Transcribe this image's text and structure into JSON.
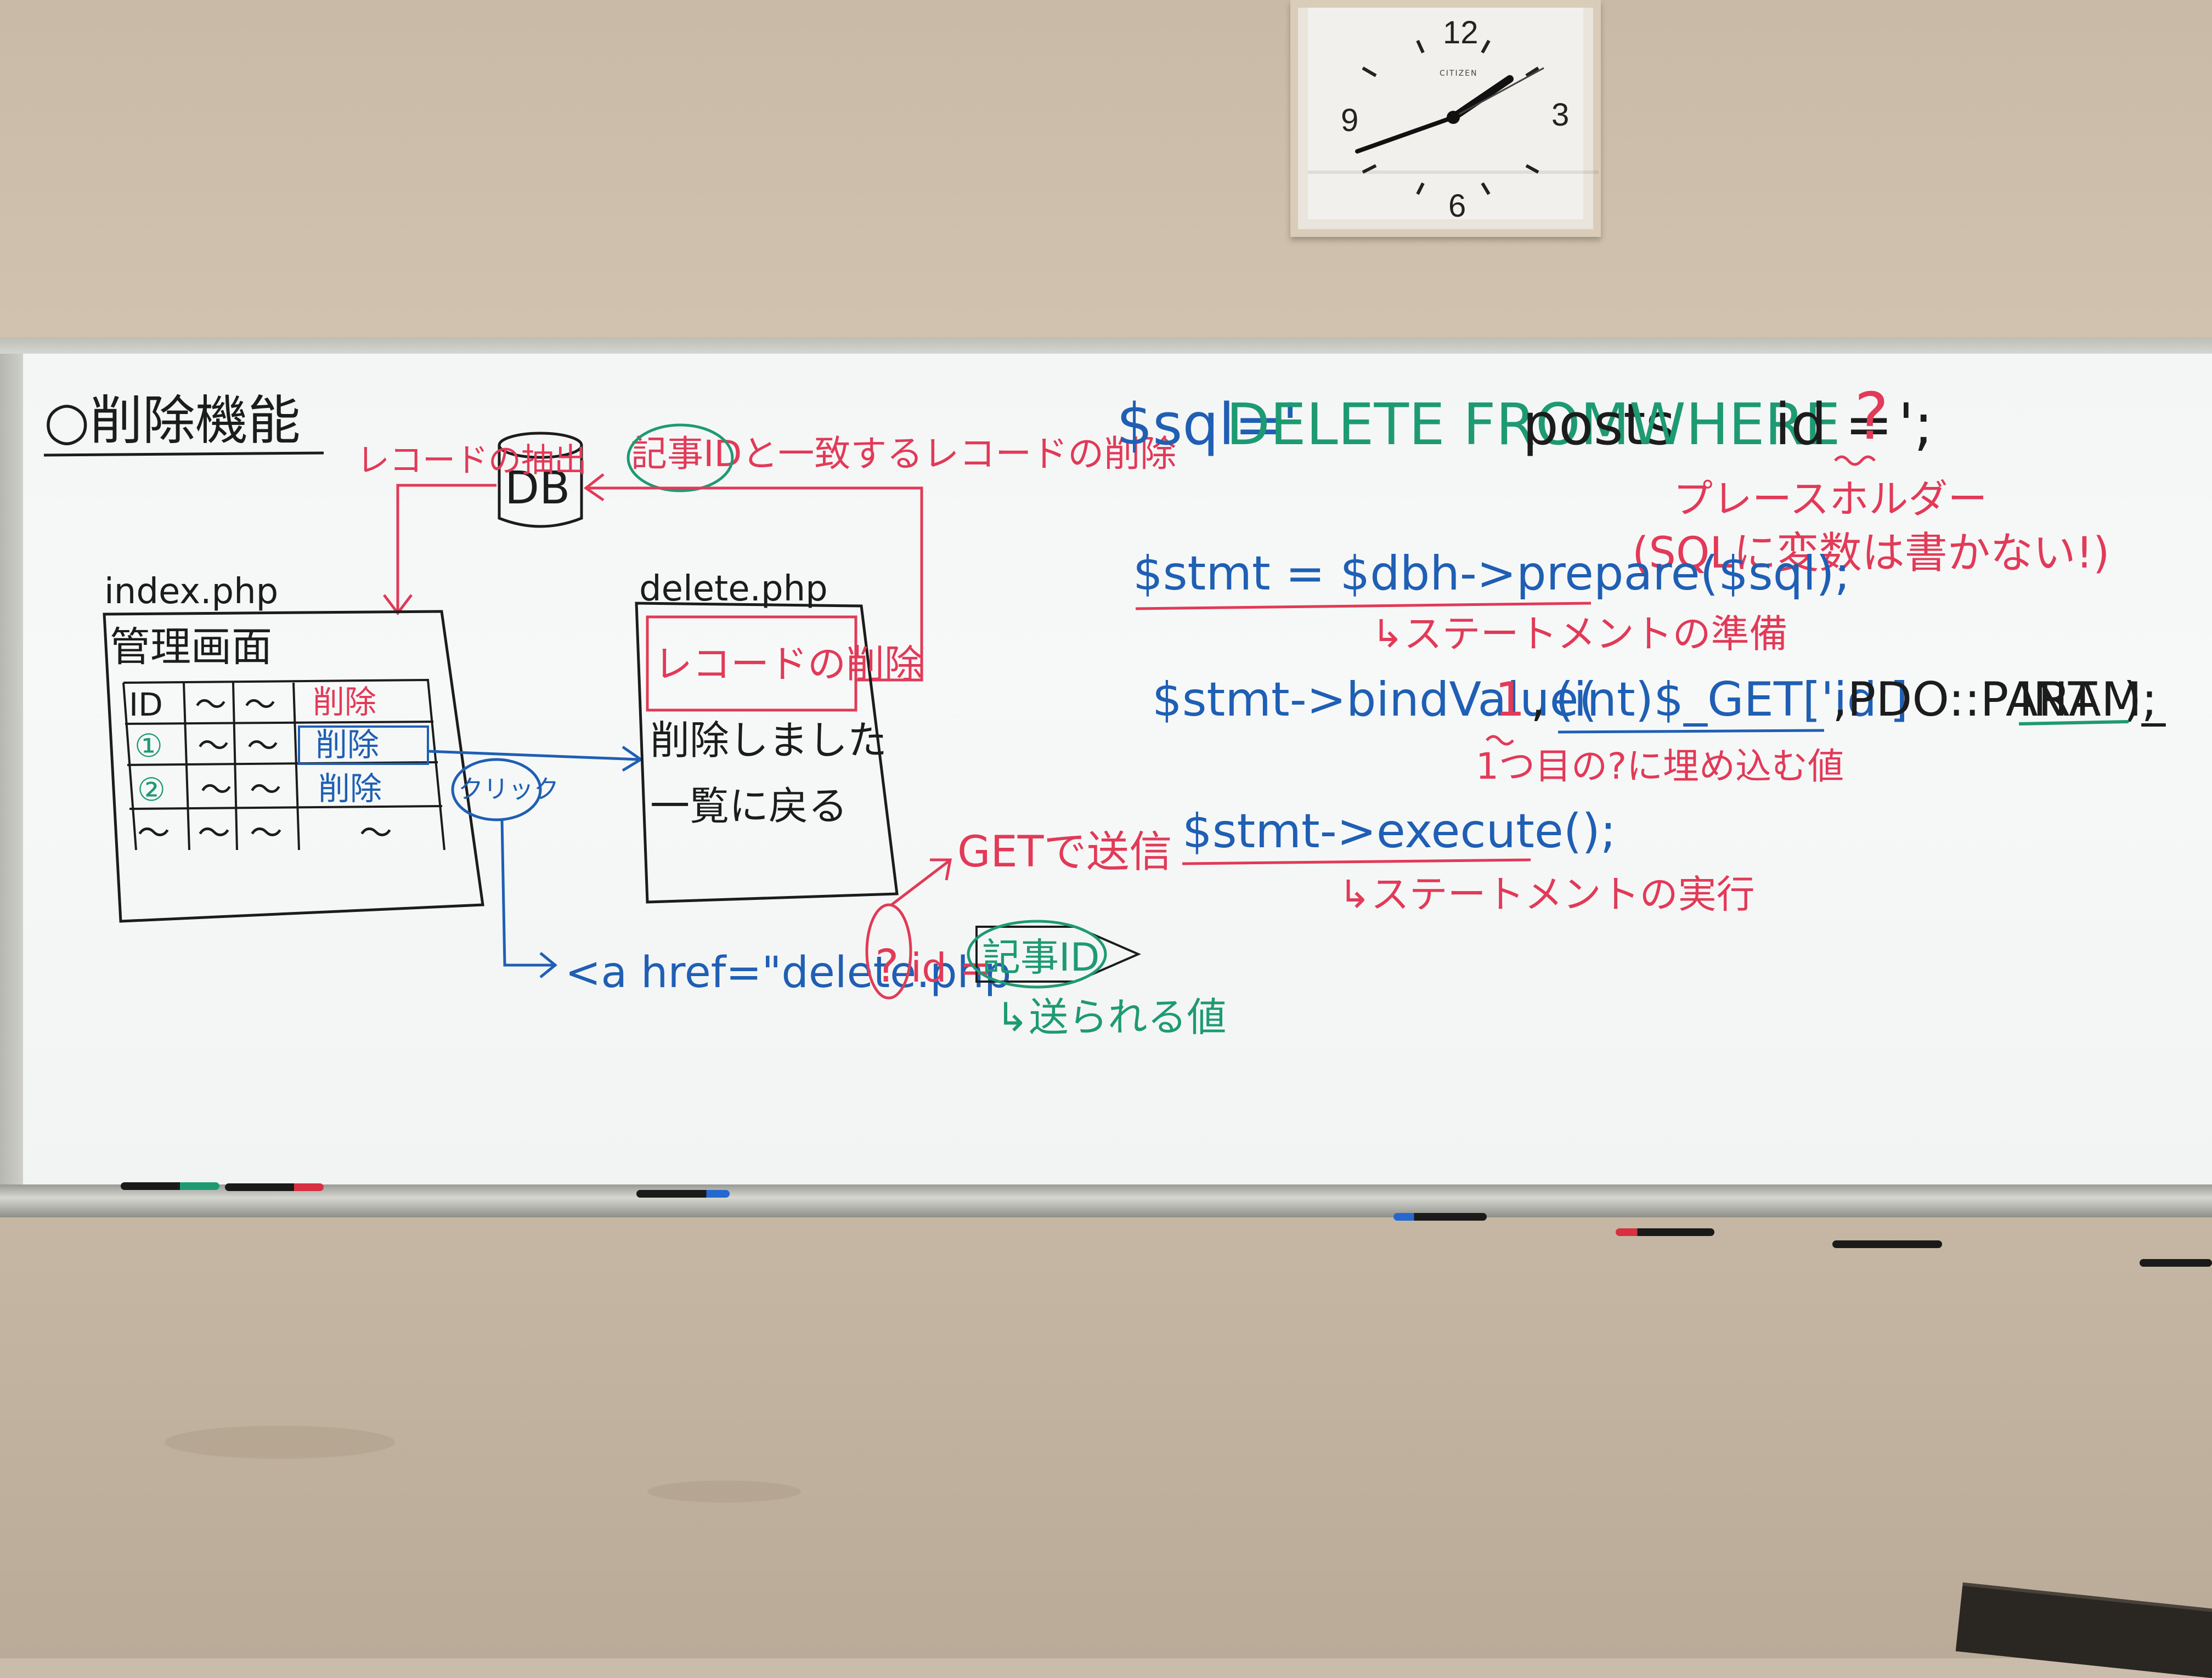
{
  "clock": {
    "brand": "CITIZEN",
    "numbers": [
      "12",
      "3",
      "6",
      "9"
    ]
  },
  "board": {
    "title": "○削除機能",
    "db_label": "DB",
    "db_note": "レコードの抽出",
    "db_delete_note": "記事IDと一致するレコードの削除",
    "index_file": "index.php",
    "index_screen_title": "管理画面",
    "table_header": [
      "ID",
      "〜",
      "〜",
      "削除"
    ],
    "table_rows": [
      [
        "①",
        "〜",
        "〜",
        "削除"
      ],
      [
        "②",
        "〜",
        "〜",
        "削除"
      ]
    ],
    "click_label": "クリック",
    "delete_file": "delete.php",
    "delete_box": "レコードの削除",
    "delete_msg_1": "削除しました",
    "delete_msg_2": "一覧に戻る",
    "get_label": "GETで送信",
    "link_code_1": "<a href=\"delete.php",
    "link_q": "?",
    "link_id": "id =",
    "link_value": "記事ID",
    "sent_value": "↳送られる値",
    "sql_prefix": "$sql='",
    "sql_keywords": "DELETE FROM",
    "sql_table": "posts",
    "sql_where": "WHERE",
    "sql_id": "id =",
    "sql_q": "?",
    "sql_end": "';",
    "placeholder_title": "プレースホルダー",
    "placeholder_note": "(SQLに変数は書かない!)",
    "prepare_code": "$stmt = $dbh->prepare($sql);",
    "prepare_note": "↳ステートメントの準備",
    "bind_code_a": "$stmt->bindValue(",
    "bind_code_1": "1",
    "bind_code_b": ",",
    "bind_code_int": "(int)$_GET['id']",
    "bind_code_c": ",PDO::PARAM_",
    "bind_code_int2": "INT",
    "bind_code_d": ");",
    "bind_note": "1つ目の?に埋め込む値",
    "execute_code": "$stmt->execute();",
    "execute_note": "↳ステートメントの実行"
  },
  "colors": {
    "red": "#e23a57",
    "blue": "#1f5fb4",
    "green": "#1e9a73",
    "black": "#1c1c1c"
  }
}
